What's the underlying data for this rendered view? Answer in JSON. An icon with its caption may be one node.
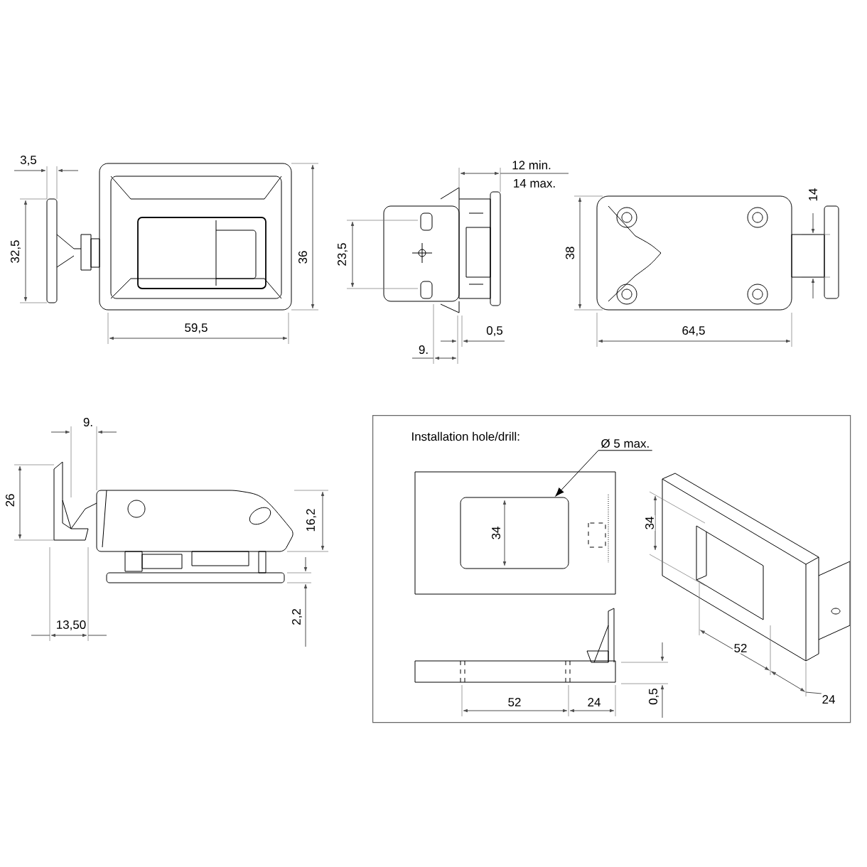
{
  "diagram": {
    "nodes": [
      {
        "text": [
          "Installation hole/drill:"
        ]
      },
      {
        "text": [
          "Ø 5 max."
        ],
        "in": 0
      },
      {
        "text": [],
        "shape": "box",
        "in": 0
      }
    ],
    "edges": [
      {
        "from": 1,
        "to": 2,
        "arrow": "to"
      }
    ],
    "labels": [
      "3,5",
      "12 min.",
      "14 max.",
      "14",
      "32,5",
      "36",
      "23,5",
      "38",
      "59,5",
      "9.",
      "0,5",
      "64,5",
      "9.",
      "26",
      "16,2",
      "2,2",
      "13,50",
      "34",
      "34",
      "52",
      "24",
      "0,5",
      "52",
      "24"
    ]
  }
}
